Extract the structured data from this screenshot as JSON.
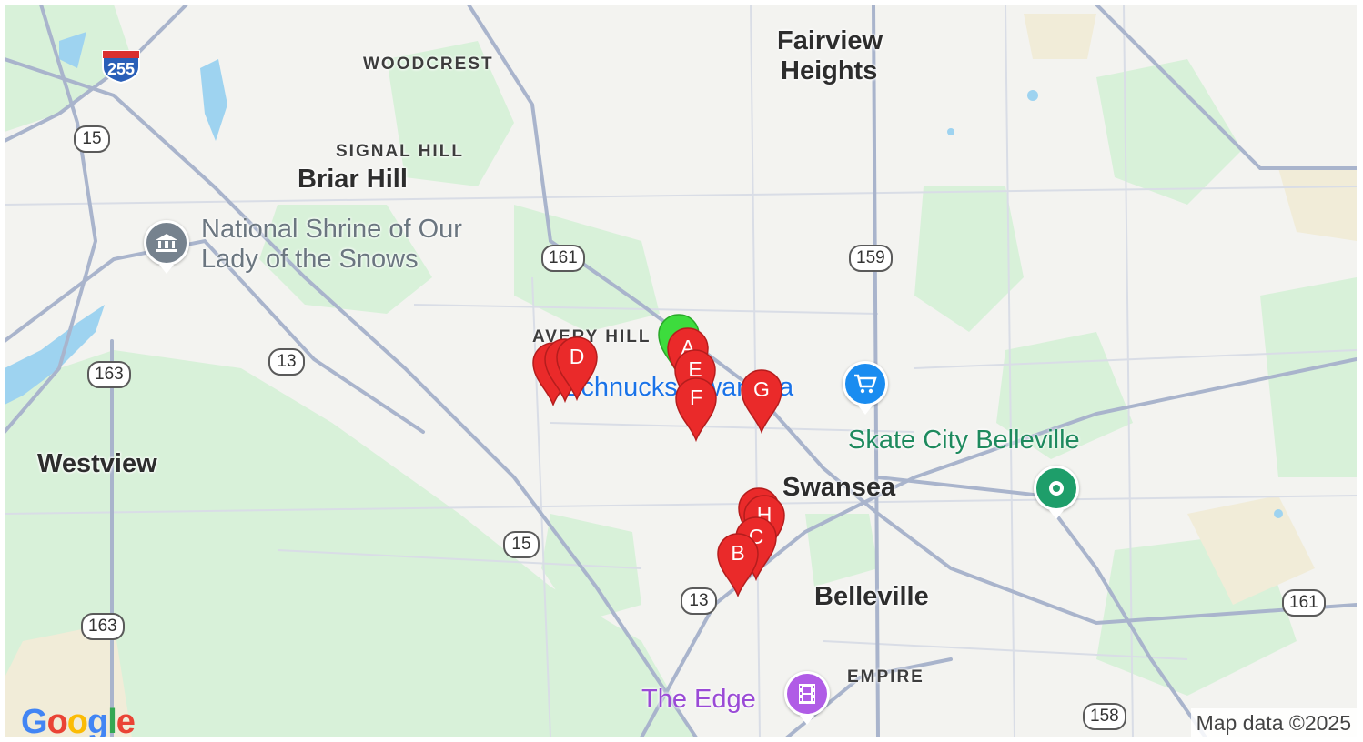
{
  "map": {
    "places": {
      "woodcrest": "WOODCREST",
      "signal_hill": "SIGNAL HILL",
      "briar_hill": "Briar Hill",
      "fairview_heights_1": "Fairview",
      "fairview_heights_2": "Heights",
      "avery_hill": "AVERY HILL",
      "westview": "Westview",
      "swansea": "Swansea",
      "belleville": "Belleville",
      "empire": "EMPIRE"
    },
    "pois": {
      "shrine_1": "National Shrine of Our",
      "shrine_2": "Lady of the Snows",
      "schnucks": "Schnucks Swansea",
      "skate_city": "Skate City Belleville",
      "the_edge": "The Edge"
    },
    "routes": {
      "i255": "255",
      "r15_north": "15",
      "r15_south": "15",
      "r161_west": "161",
      "r161_east": "161",
      "r159": "159",
      "r13_north": "13",
      "r13_south": "13",
      "r163_north": "163",
      "r163_south": "163",
      "r158": "158"
    },
    "markers": [
      "A",
      "E",
      "F",
      "G",
      "D",
      "H",
      "C",
      "B"
    ],
    "current_location_marker": "green",
    "colors": {
      "marker_red": "#ea2a2a",
      "marker_green": "#3ddc3d",
      "park_green": "#d8f1d9",
      "water_blue": "#9ed3f0",
      "road": "#9aa7c2"
    }
  },
  "footer": {
    "logo": "Google",
    "attribution": "Map data ©2025"
  }
}
